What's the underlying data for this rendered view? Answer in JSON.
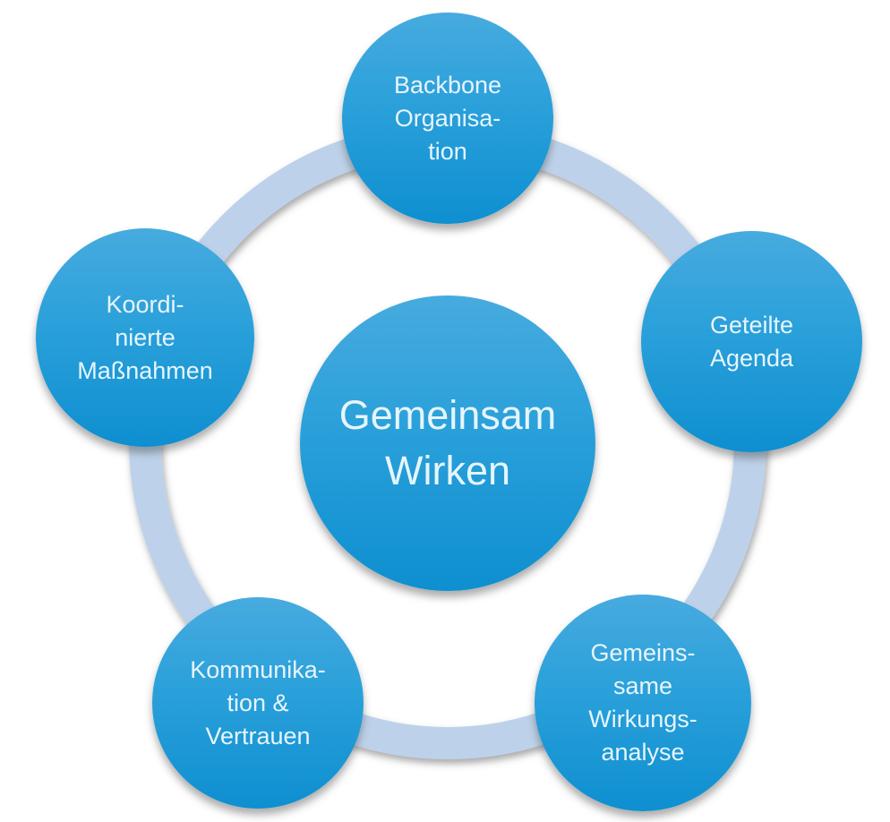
{
  "diagram": {
    "center": {
      "label": "Gemeinsam Wirken",
      "lines": [
        "Gemeinsam",
        "Wirken"
      ]
    },
    "satellites": [
      {
        "name": "backbone-organisation",
        "label": "Backbone Organisation",
        "lines": [
          "Backbone",
          "Organisa-",
          "tion"
        ]
      },
      {
        "name": "geteilte-agenda",
        "label": "Geteilte Agenda",
        "lines": [
          "Geteilte",
          "Agenda"
        ]
      },
      {
        "name": "gemeinsame-wirkungsanalyse",
        "label": "Gemeinsame Wirkungsanalyse",
        "lines": [
          "Gemeins-",
          "same",
          "Wirkungs-",
          "analyse"
        ]
      },
      {
        "name": "kommunikation-vertrauen",
        "label": "Kommunikation & Vertrauen",
        "lines": [
          "Kommunika-",
          "tion &",
          "Vertrauen"
        ]
      },
      {
        "name": "koordinierte-massnahmen",
        "label": "Koordinierte Maßnahmen",
        "lines": [
          "Koordi-",
          "nierte",
          "Maßnahmen"
        ]
      }
    ],
    "colors": {
      "node_gradient_top": "#47abdf",
      "node_gradient_bottom": "#0e8fd0",
      "ring": "#bdd2ea",
      "text": "#e6f5fc",
      "background": "#ffffff"
    }
  }
}
